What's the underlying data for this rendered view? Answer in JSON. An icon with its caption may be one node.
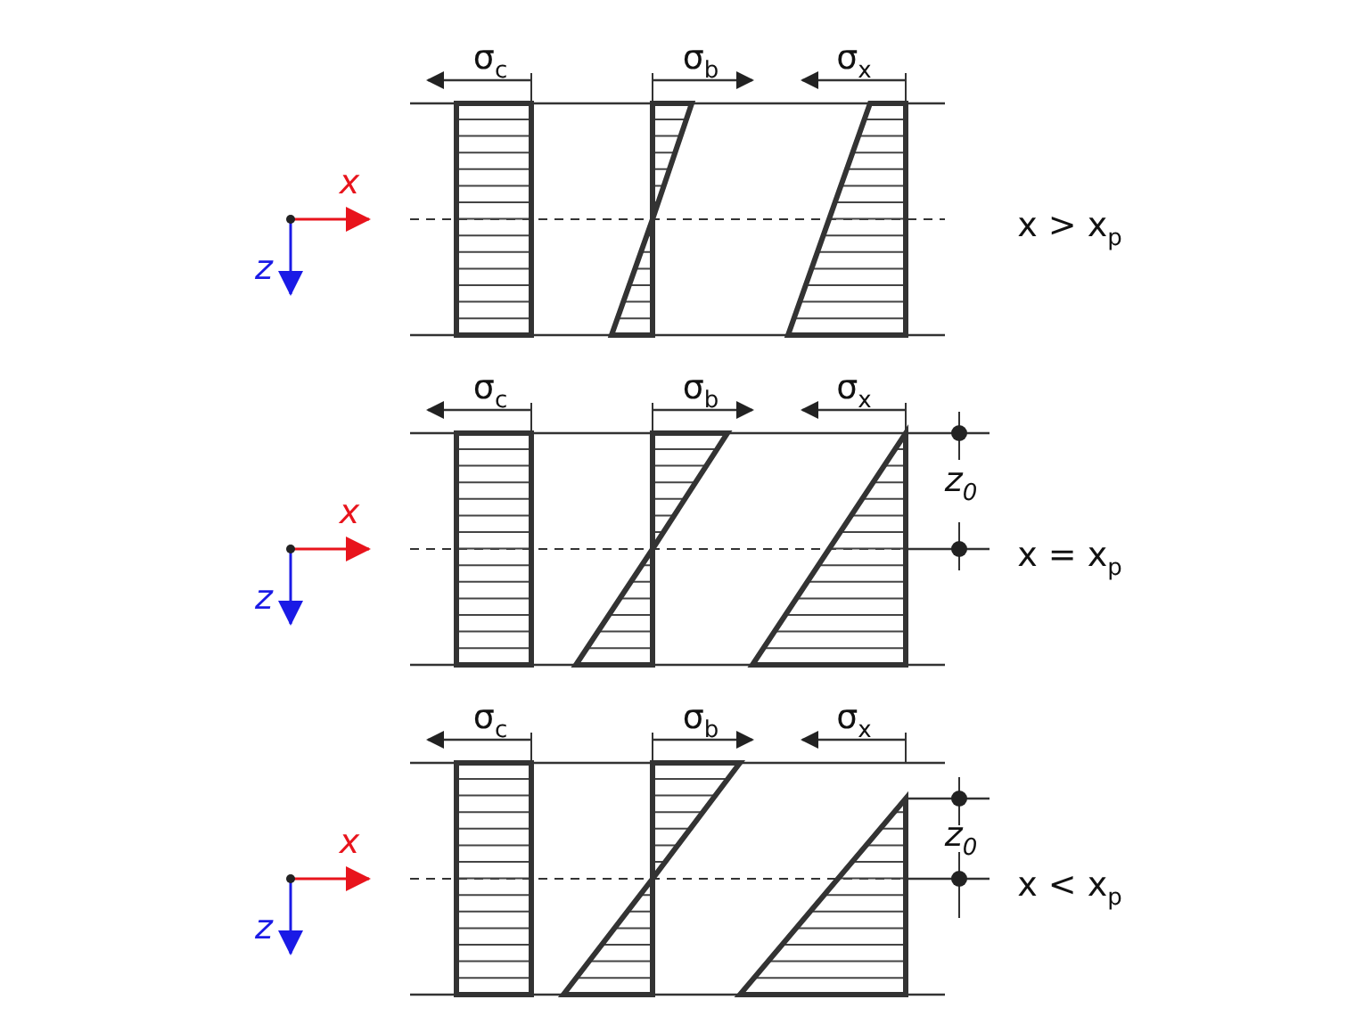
{
  "diagram": {
    "labels": [
      "σ$_{c}$",
      "σ$_{b}$",
      "σ$_{x}$",
      "x",
      "x > x$_{p}$",
      "z",
      "σ$_{c}$",
      "σ$_{b}$",
      "σ$_{x}$",
      "z$_{0}$",
      "x",
      "x = x$_{p}$",
      "z",
      "σ$_{c}$",
      "σ$_{b}$",
      "σ$_{x}$",
      "x",
      "z$_{0}$",
      "x < x$_{p}$",
      "z"
    ]
  }
}
